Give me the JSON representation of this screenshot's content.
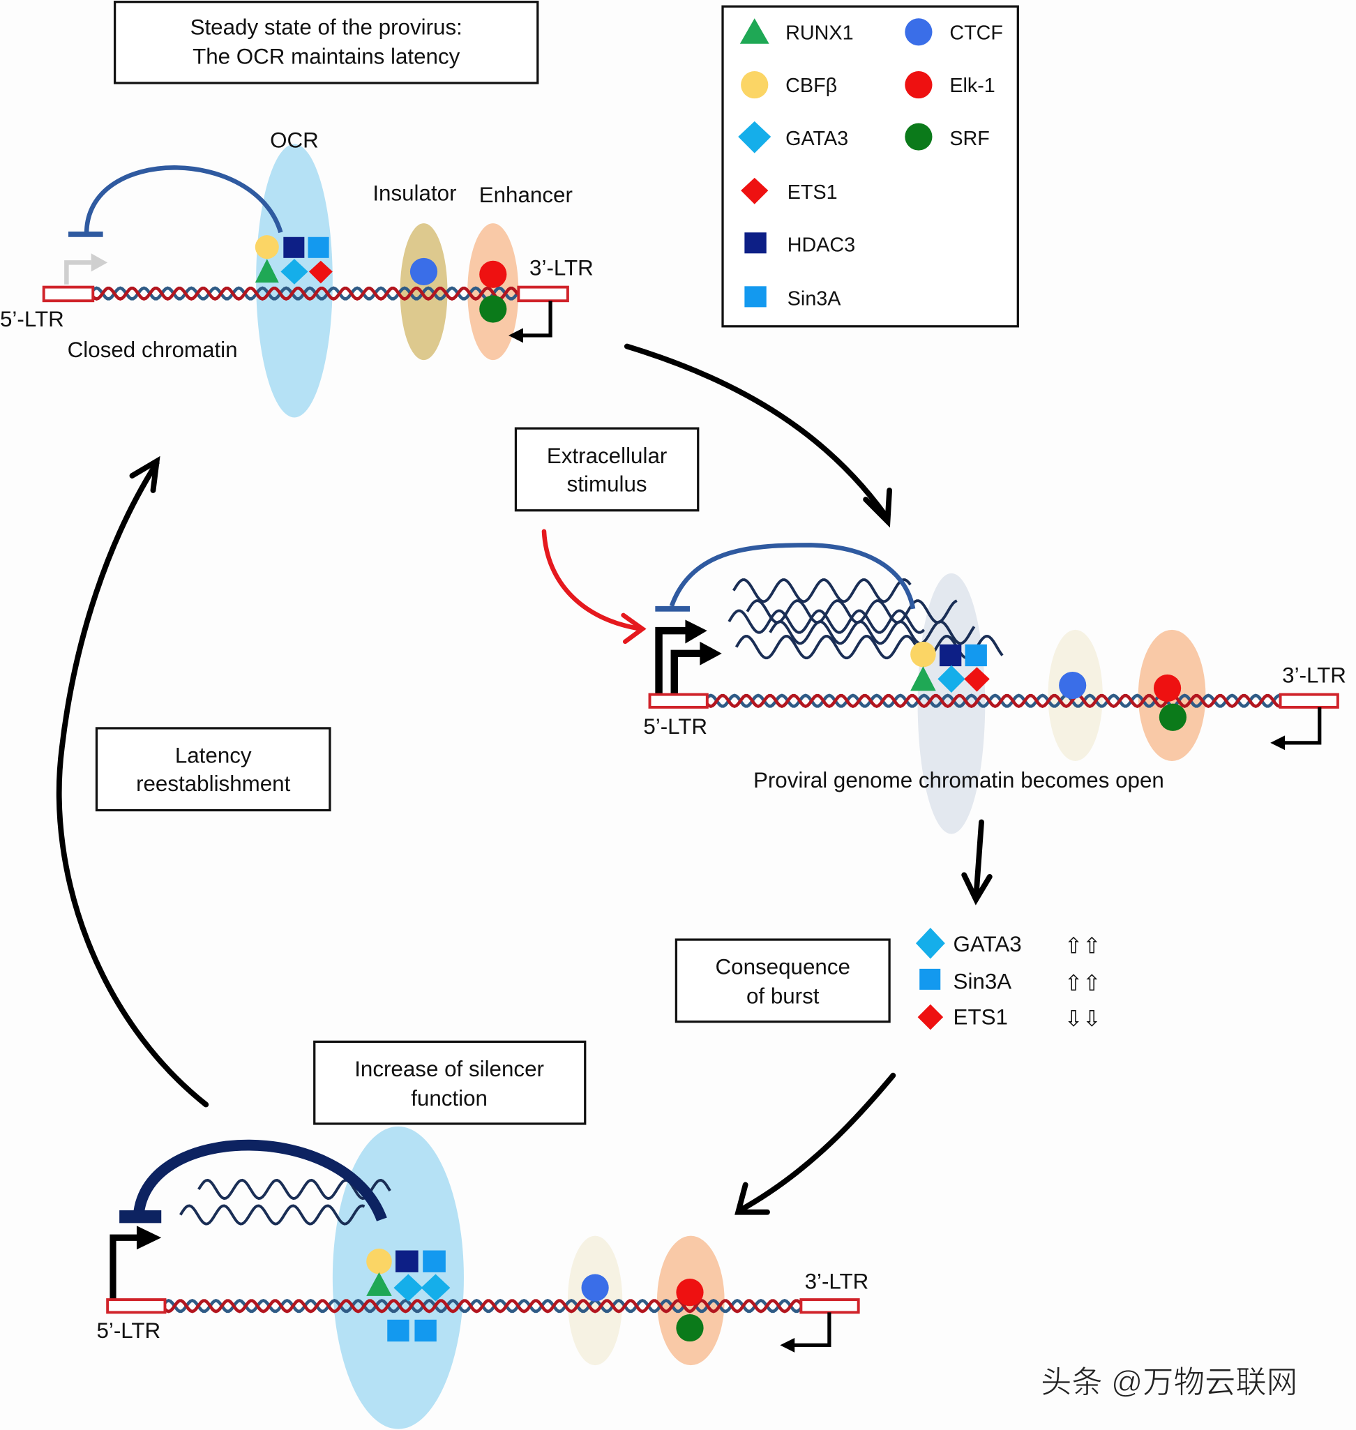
{
  "boxes": {
    "steady_state": [
      "Steady state of the provirus:",
      "The OCR maintains latency"
    ],
    "extracellular": [
      "Extracellular",
      "stimulus"
    ],
    "latency": [
      "Latency",
      "reestablishment"
    ],
    "consequence": [
      "Consequence",
      "of burst"
    ],
    "silencer": [
      "Increase of silencer",
      "function"
    ]
  },
  "labels": {
    "ocr": "OCR",
    "insulator": "Insulator",
    "enhancer": "Enhancer",
    "ltr5": "5’-LTR",
    "ltr3": "3’-LTR",
    "closed_chromatin": "Closed chromatin",
    "open_chromatin": "Proviral genome chromatin becomes open"
  },
  "legend": [
    {
      "name": "RUNX1",
      "shape": "triangle",
      "color": "#1fa855"
    },
    {
      "name": "CBFβ",
      "shape": "circle",
      "color": "#fbd565"
    },
    {
      "name": "GATA3",
      "shape": "diamond",
      "color": "#15aeea"
    },
    {
      "name": "ETS1",
      "shape": "diamond",
      "color": "#ee1111"
    },
    {
      "name": "HDAC3",
      "shape": "square",
      "color": "#0d1f86"
    },
    {
      "name": "Sin3A",
      "shape": "square",
      "color": "#1399ef"
    },
    {
      "name": "CTCF",
      "shape": "circle",
      "color": "#3a6ee8"
    },
    {
      "name": "Elk-1",
      "shape": "circle",
      "color": "#ee1111"
    },
    {
      "name": "SRF",
      "shape": "circle",
      "color": "#0b7a1a"
    }
  ],
  "consequence_items": [
    {
      "name": "GATA3",
      "change": "⇧⇧",
      "direction": "up"
    },
    {
      "name": "Sin3A",
      "change": "⇧⇧",
      "direction": "up"
    },
    {
      "name": "ETS1",
      "change": "⇩⇩",
      "direction": "down"
    }
  ],
  "colors": {
    "ocr_region": "#b5e1f5",
    "ocr_region_open": "#e3e8ef",
    "insulator_region": "#ddc98e",
    "insulator_region_light": "#f6f2e3",
    "enhancer_region": "#f9c9a7",
    "repression_arc": "#2f5aa0",
    "repression_arc_strong": "#0d2361",
    "stimulus_arrow": "#e5191e"
  },
  "watermark": "头条 @万物云联网"
}
